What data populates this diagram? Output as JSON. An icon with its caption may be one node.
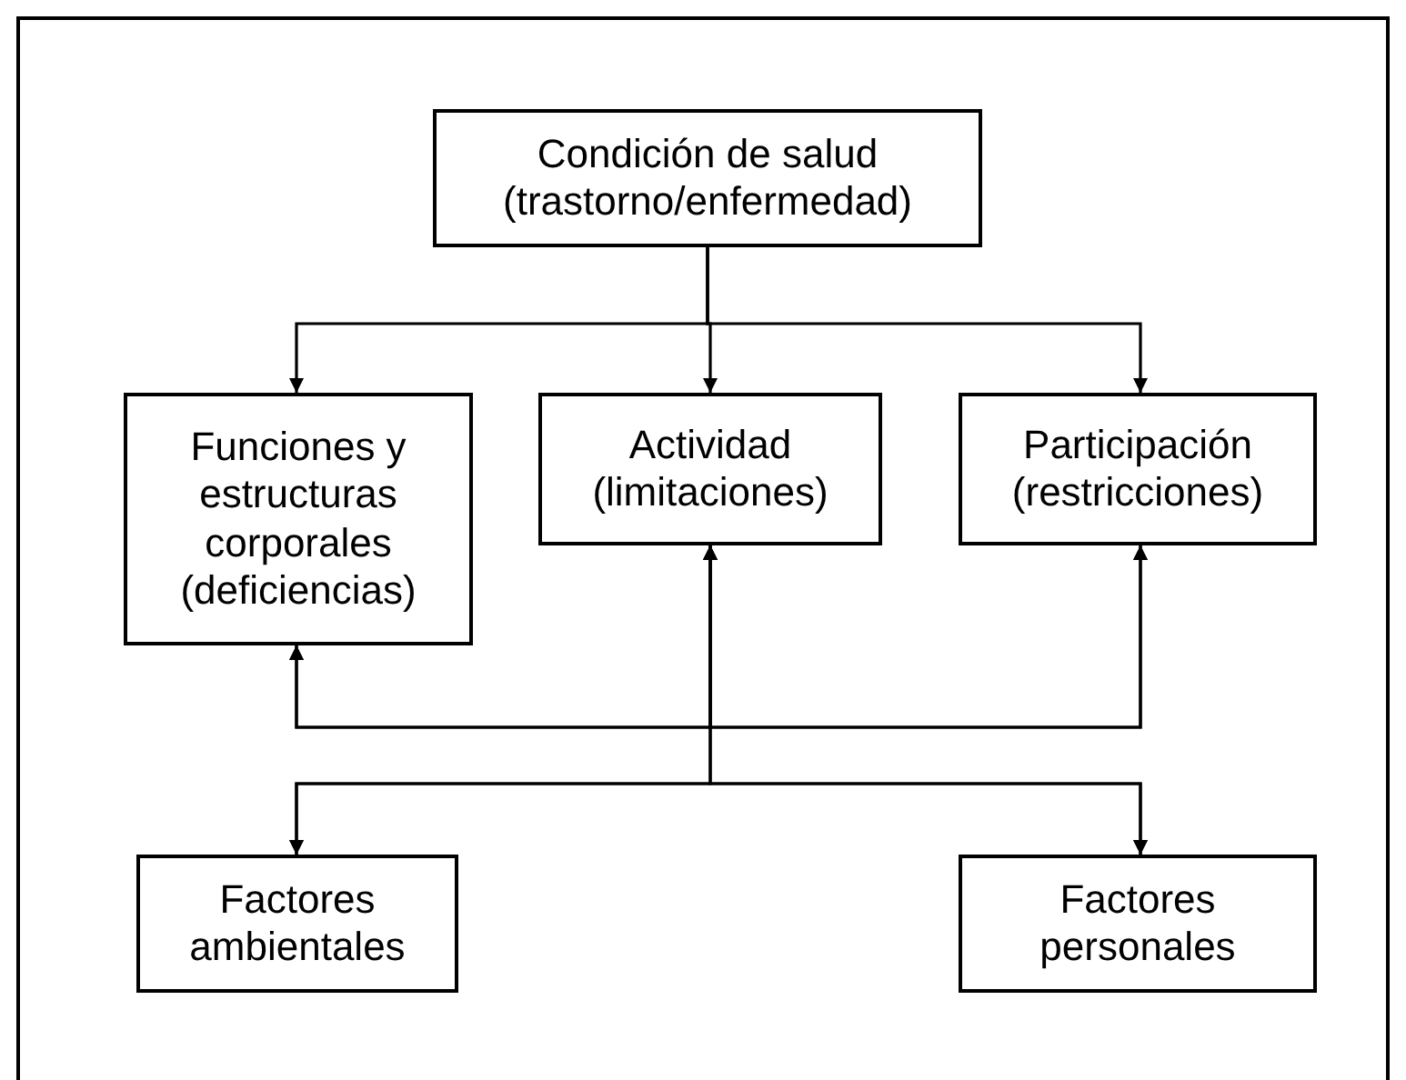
{
  "diagram": {
    "nodes": [
      {
        "text": [
          "Condición de salud",
          "(trastorno/enfermedad)"
        ]
      },
      {
        "text": [
          "Funciones y estructuras corporales",
          "(deficiencias)"
        ]
      },
      {
        "text": [
          "Actividad",
          "(limitaciones)"
        ]
      },
      {
        "text": [
          "Participación",
          "(restricciones)"
        ]
      },
      {
        "text": [
          "Factores ambientales"
        ]
      },
      {
        "text": [
          "Factores personales"
        ]
      }
    ],
    "edges": [
      {
        "from": 0,
        "to": 1,
        "arrow": "to"
      },
      {
        "from": 0,
        "to": 2,
        "arrow": "to"
      },
      {
        "from": 0,
        "to": 3,
        "arrow": "to"
      },
      {
        "from": 2,
        "to": 1,
        "arrow": "both"
      },
      {
        "from": 2,
        "to": 3,
        "arrow": "both"
      },
      {
        "from": 2,
        "to": 4,
        "arrow": "both"
      },
      {
        "from": 2,
        "to": 5,
        "arrow": "both"
      },
      {
        "from": 1,
        "to": 3,
        "arrow": "both"
      },
      {
        "from": 4,
        "to": 5,
        "arrow": "both"
      }
    ]
  }
}
